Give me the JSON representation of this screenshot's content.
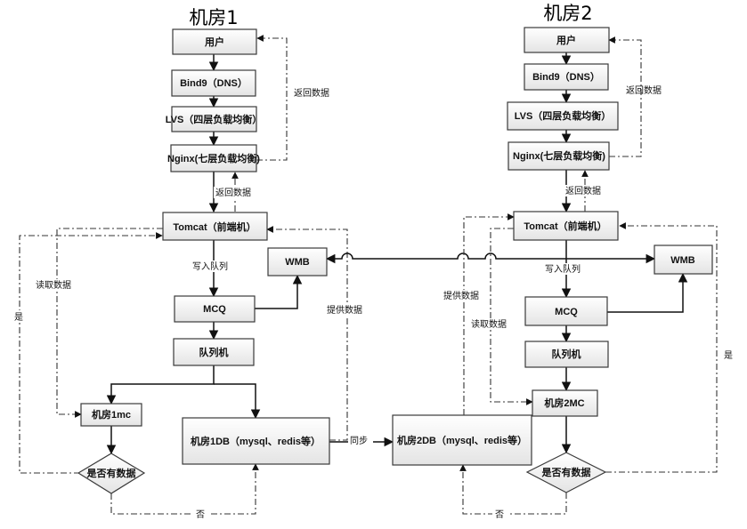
{
  "titles": {
    "room1": "机房1",
    "room2": "机房2"
  },
  "nodes": {
    "r1_user": "用户",
    "r1_bind": "Bind9（DNS）",
    "r1_lvs": "LVS（四层负载均衡）",
    "r1_nginx": "Nginx(七层负载均衡)",
    "r1_tomcat": "Tomcat（前端机）",
    "r1_wmb": "WMB",
    "r1_mcq": "MCQ",
    "r1_queue": "队列机",
    "r1_mc": "机房1mc",
    "r1_db": "机房1DB（mysql、redis等）",
    "r1_decision": "是否有数据",
    "r2_user": "用户",
    "r2_bind": "Bind9（DNS）",
    "r2_lvs": "LVS（四层负载均衡）",
    "r2_nginx": "Nginx(七层负载均衡)",
    "r2_tomcat": "Tomcat（前端机）",
    "r2_wmb": "WMB",
    "r2_mcq": "MCQ",
    "r2_queue": "队列机",
    "r2_mc": "机房2MC",
    "r2_db": "机房2DB（mysql、redis等）",
    "r2_decision": "是否有数据"
  },
  "labels": {
    "r1_return_top": "返回数据",
    "r1_return_mid": "返回数据",
    "r1_write_queue": "写入队列",
    "r1_read_data": "读取数据",
    "r1_yes": "是",
    "r1_provide": "提供数据",
    "r1_no": "否",
    "sync": "同步",
    "r2_return_top": "返回数据",
    "r2_return_mid": "返回数据",
    "r2_write_queue": "写入队列",
    "r2_read_data": "读取数据",
    "r2_provide": "提供数据",
    "r2_yes": "是",
    "r2_no": "否"
  }
}
